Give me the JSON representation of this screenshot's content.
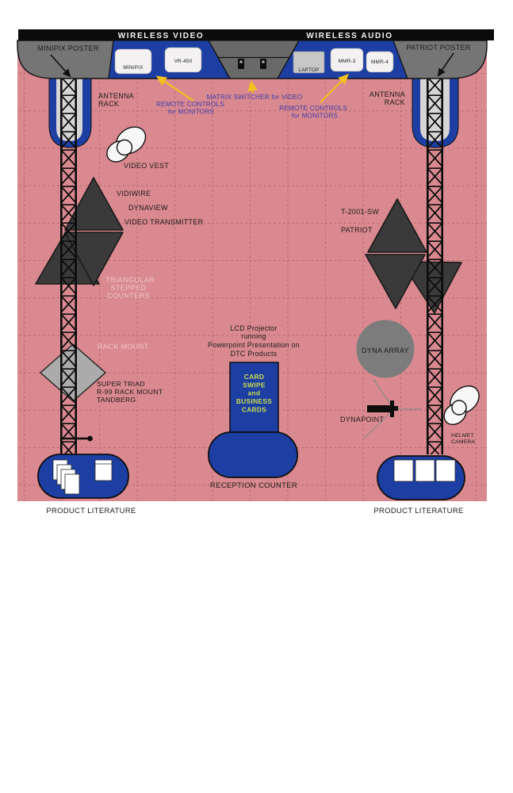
{
  "title_bar": {
    "left": "WIRELESS VIDEO",
    "right": "WIRELESS AUDIO"
  },
  "posters": {
    "left": "MINIPIX POSTER",
    "right": "PATRIOT POSTER"
  },
  "equipment": {
    "minipix": "MINIPIX",
    "vr450": "VR-450",
    "laptop": "LAPTOP",
    "mmr3": "MMR-3",
    "mmr4": "MMR-4"
  },
  "annotations": {
    "matrix_switcher": "MATRIX SWITCHER for VIDEO",
    "remote_left_1": "REMOTE CONTROLS",
    "remote_left_2": "for MONITORS",
    "remote_right_1": "REMOTE CONTROLS",
    "remote_right_2": "for MONITORS"
  },
  "labels": {
    "antenna_left_1": "ANTENNA",
    "antenna_left_2": "RACK",
    "antenna_right_1": "ANTENNA",
    "antenna_right_2": "RACK",
    "video_vest": "VIDEO VEST",
    "vidiwire_1": "VIDIWIRE",
    "vidiwire_2": "DYNAVIEW",
    "vidiwire_3": "VIDEO TRANSMITTER",
    "t2001": "T-2001-SW",
    "patriot": "PATRIOT",
    "tri_1": "TRIANGULAR",
    "tri_2": "STEPPED",
    "tri_3": "COUNTERS",
    "rack_mount": "RACK MOUNT",
    "super_1": "SUPER TRIAD",
    "super_2": "R-99 RACK MOUNT",
    "super_3": "TANDBERG",
    "lcd_1": "LCD Projector",
    "lcd_2": "running",
    "lcd_3": "Powerpoint Presentation on",
    "lcd_4": "DTC Products",
    "card_1": "CARD",
    "card_2": "SWIPE",
    "card_3": "and",
    "card_4": "BUSINESS",
    "card_5": "CARDS",
    "dyna_array": "DYNA ARRAY",
    "dynapoint": "DYNAPOINT",
    "helmet_1": "HELMET",
    "helmet_2": "CAMERA",
    "reception": "RECEPTION COUNTER",
    "literature_left": "PRODUCT LITERATURE",
    "literature_right": "PRODUCT LITERATURE"
  },
  "colors": {
    "floor": "#d9898f",
    "grid_line": "#b3686f",
    "booth_blue": "#1d3fa3",
    "header_gray": "#757575",
    "center_gray": "#696969",
    "dark_counter": "#3a3a3a",
    "title_bar": "#0b0b0b",
    "arrow_yellow": "#f2c21c",
    "annotation_indigo": "#3d3dae",
    "pale_pink_text": "#eec5c9",
    "card_text_green": "#c9dd4e",
    "diamond_gray": "#ababab",
    "array_gray": "#7c7c7c"
  }
}
